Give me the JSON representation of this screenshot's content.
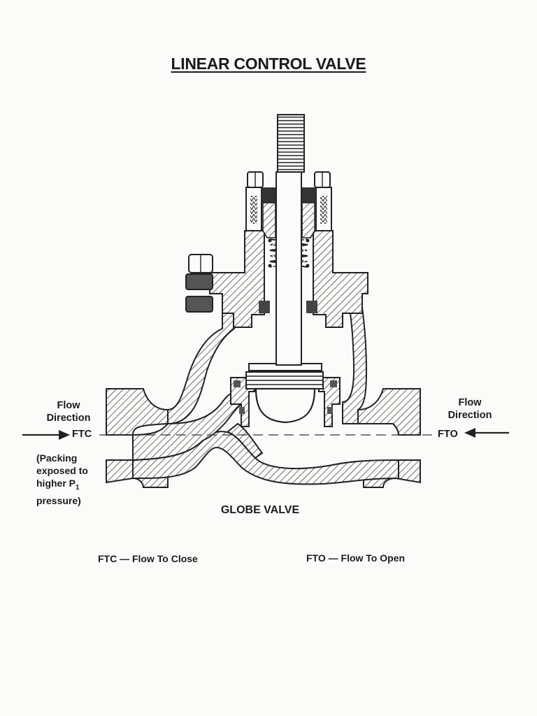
{
  "title": "LINEAR CONTROL VALVE",
  "left_flow": {
    "line1": "Flow",
    "line2": "Direction",
    "tag": "FTC"
  },
  "right_flow": {
    "line1": "Flow",
    "line2": "Direction",
    "tag": "FTO"
  },
  "packing_note": {
    "line1": "(Packing",
    "line2": "exposed to",
    "line3": "higher P",
    "subscript": "1",
    "line4": "pressure)"
  },
  "caption": "GLOBE VALVE",
  "legend": {
    "ftc": "FTC — Flow To Close",
    "fto": "FTO — Flow To Open"
  }
}
